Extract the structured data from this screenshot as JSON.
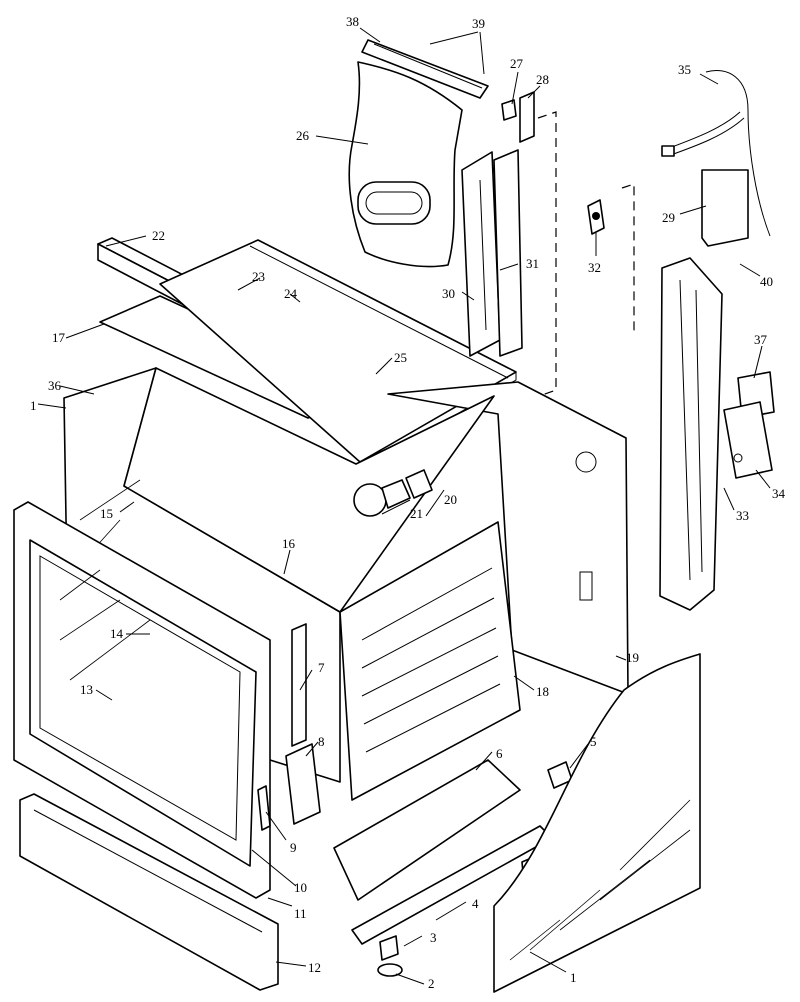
{
  "callouts": [
    {
      "id": "c1a",
      "text": "1"
    },
    {
      "id": "c1b",
      "text": "1"
    },
    {
      "id": "c2",
      "text": "2"
    },
    {
      "id": "c3",
      "text": "3"
    },
    {
      "id": "c4",
      "text": "4"
    },
    {
      "id": "c5",
      "text": "5"
    },
    {
      "id": "c6",
      "text": "6"
    },
    {
      "id": "c7",
      "text": "7"
    },
    {
      "id": "c8",
      "text": "8"
    },
    {
      "id": "c9",
      "text": "9"
    },
    {
      "id": "c10",
      "text": "10"
    },
    {
      "id": "c11",
      "text": "11"
    },
    {
      "id": "c12",
      "text": "12"
    },
    {
      "id": "c13",
      "text": "13"
    },
    {
      "id": "c14",
      "text": "14"
    },
    {
      "id": "c15",
      "text": "15"
    },
    {
      "id": "c16",
      "text": "16"
    },
    {
      "id": "c17",
      "text": "17"
    },
    {
      "id": "c18",
      "text": "18"
    },
    {
      "id": "c19",
      "text": "19"
    },
    {
      "id": "c20",
      "text": "20"
    },
    {
      "id": "c21",
      "text": "21"
    },
    {
      "id": "c22",
      "text": "22"
    },
    {
      "id": "c23",
      "text": "23"
    },
    {
      "id": "c24",
      "text": "24"
    },
    {
      "id": "c25",
      "text": "25"
    },
    {
      "id": "c26",
      "text": "26"
    },
    {
      "id": "c27",
      "text": "27"
    },
    {
      "id": "c28",
      "text": "28"
    },
    {
      "id": "c29",
      "text": "29"
    },
    {
      "id": "c30",
      "text": "30"
    },
    {
      "id": "c31",
      "text": "31"
    },
    {
      "id": "c32",
      "text": "32"
    },
    {
      "id": "c33",
      "text": "33"
    },
    {
      "id": "c34",
      "text": "34"
    },
    {
      "id": "c35",
      "text": "35"
    },
    {
      "id": "c36",
      "text": "36"
    },
    {
      "id": "c37",
      "text": "37"
    },
    {
      "id": "c38",
      "text": "38"
    },
    {
      "id": "c39",
      "text": "39"
    },
    {
      "id": "c40",
      "text": "40"
    }
  ]
}
